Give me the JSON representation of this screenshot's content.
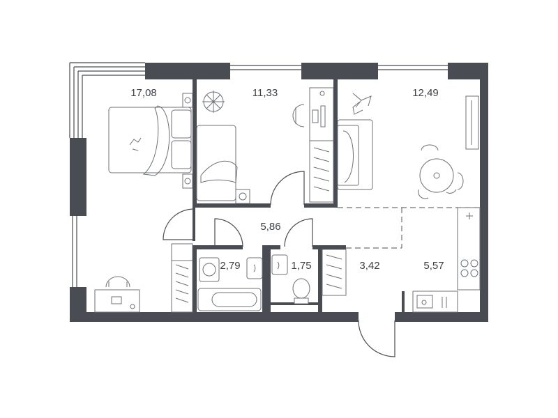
{
  "rooms": [
    {
      "id": "bedroom",
      "area": "17,08"
    },
    {
      "id": "bedroom-2",
      "area": "11,33"
    },
    {
      "id": "living-room",
      "area": "12,49"
    },
    {
      "id": "hallway",
      "area": "5,86"
    },
    {
      "id": "bathroom",
      "area": "2,79"
    },
    {
      "id": "toilet",
      "area": "1,75"
    },
    {
      "id": "entrance",
      "area": "3,42"
    },
    {
      "id": "kitchen",
      "area": "5,57"
    }
  ],
  "colors": {
    "wall": "#4a4c53",
    "furniture": "#6d7078",
    "background": "#ffffff"
  }
}
